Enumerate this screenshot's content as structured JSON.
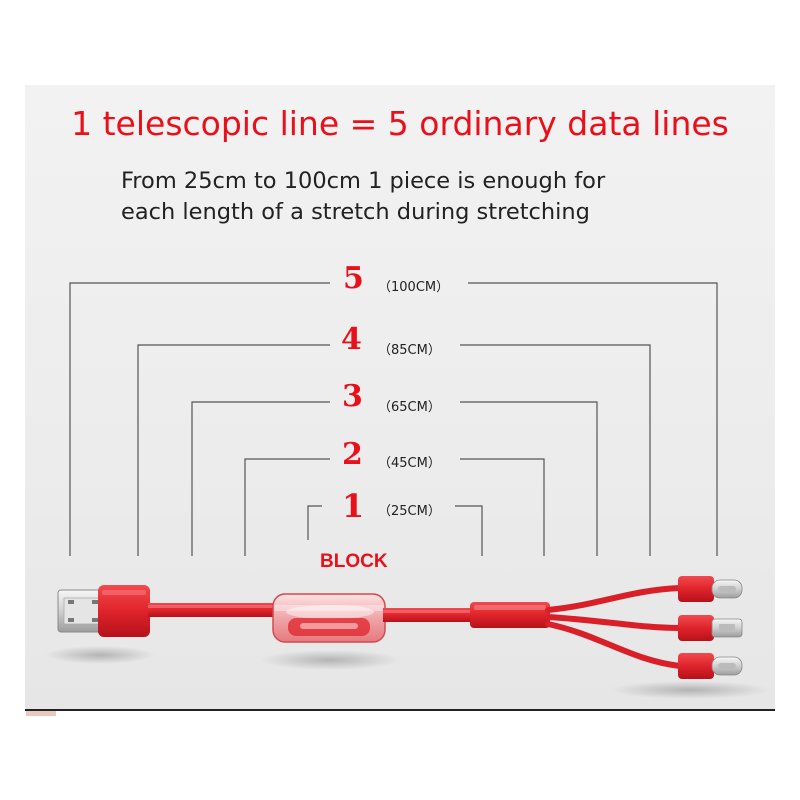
{
  "title": "1 telescopic line = 5 ordinary data lines",
  "subtitle_line1": "From 25cm to 100cm 1 piece is enough for",
  "subtitle_line2": "each length of a stretch during stretching",
  "levels": [
    {
      "number": "5",
      "length": "（100CM）"
    },
    {
      "number": "4",
      "length": "（85CM）"
    },
    {
      "number": "3",
      "length": "（65CM）"
    },
    {
      "number": "2",
      "length": "（45CM）"
    },
    {
      "number": "1",
      "length": "（25CM）"
    }
  ],
  "block_label": "BLOCK",
  "colors": {
    "accent": "#e8101a",
    "cable": "#e0232b",
    "cable_dark": "#b5121a",
    "metal": "#dcdcdc",
    "line": "#555555"
  },
  "icons": [
    "usb-a-plug-icon",
    "retractable-reel-icon",
    "usb-c-plug-icon",
    "micro-usb-plug-icon",
    "lightning-plug-icon"
  ]
}
